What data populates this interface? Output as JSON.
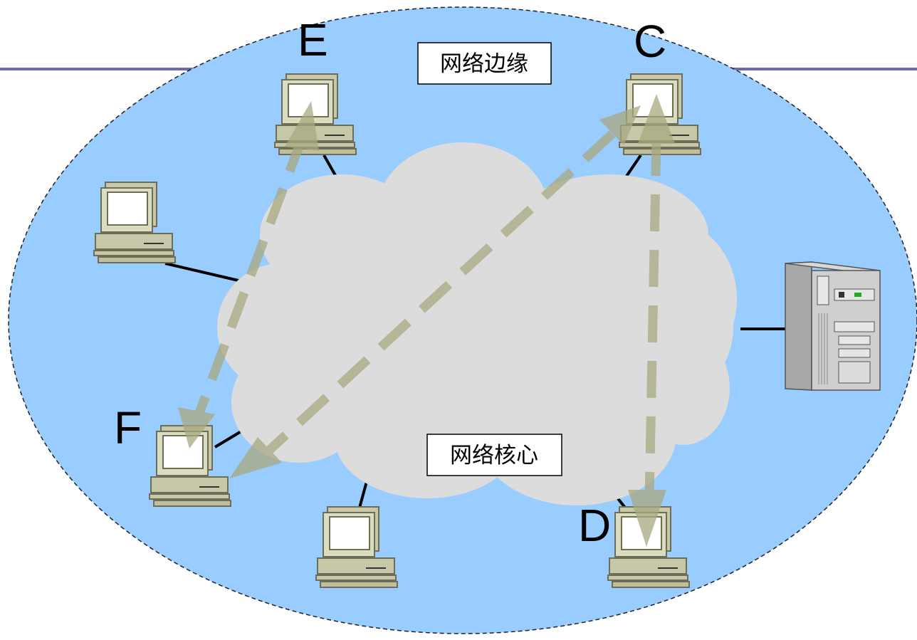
{
  "diagram": {
    "edge_label": "网络边缘",
    "core_label": "网络核心",
    "nodes": {
      "E": "E",
      "C": "C",
      "F": "F",
      "D": "D"
    }
  },
  "colors": {
    "background": "#ffffff",
    "top_rule": "#6b6ba8",
    "edge_region": "#99ccff",
    "cloud": "#dcdcdc",
    "computer_body": "#c8c8a8",
    "computer_dark": "#8a8a6e",
    "screen": "#ffffff",
    "path_arrow": "#a8a880",
    "link": "#000000"
  },
  "icons": {
    "workstation": "workstation-icon",
    "server": "server-tower-icon",
    "network": "cloud-icon"
  }
}
